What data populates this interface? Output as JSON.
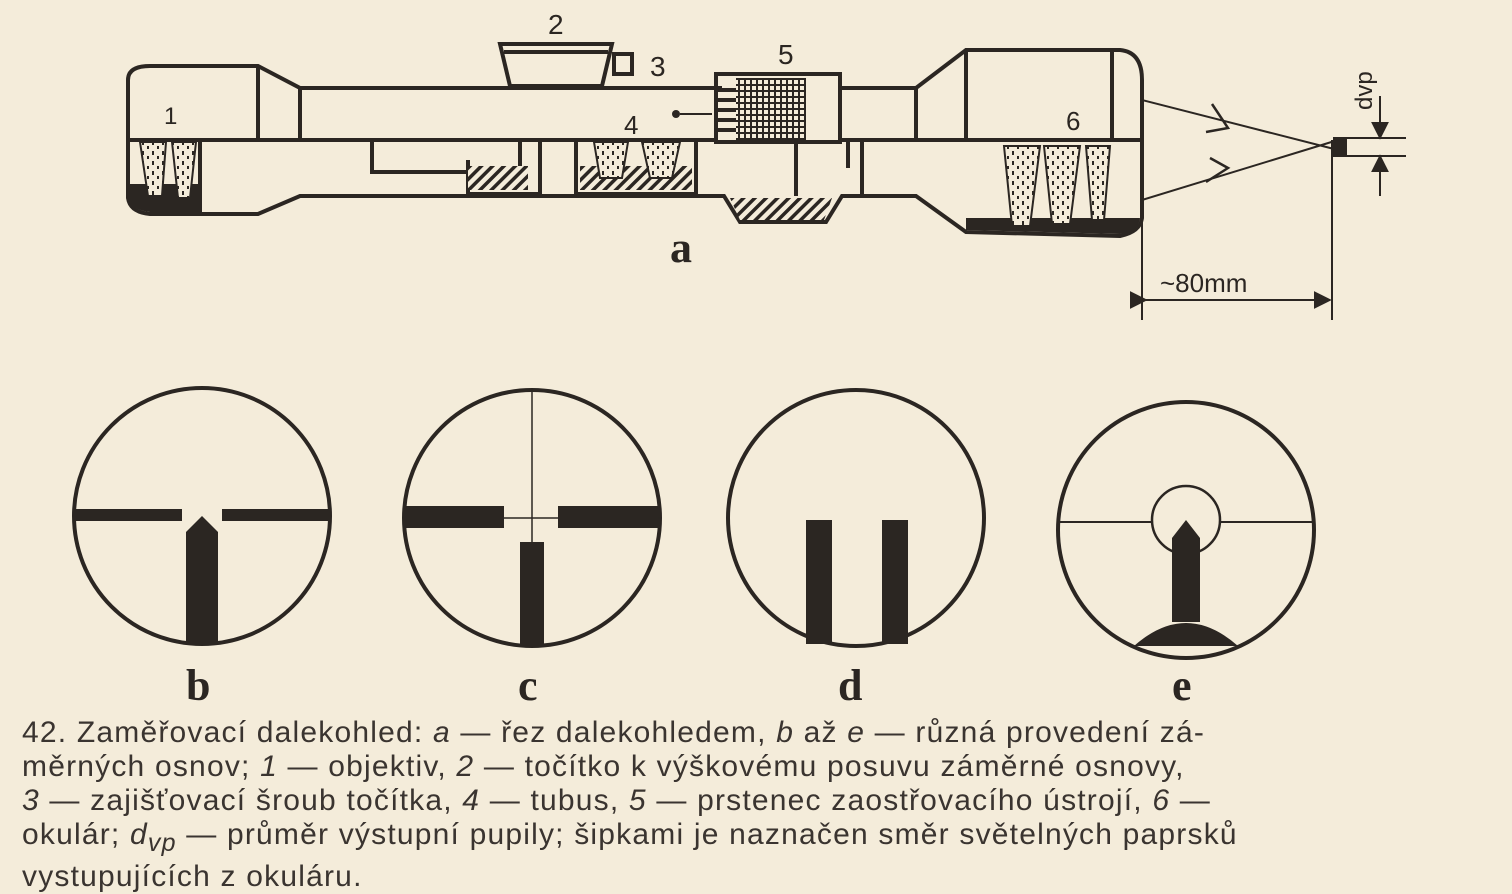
{
  "figure": {
    "labels": {
      "a": "a",
      "b": "b",
      "c": "c",
      "d": "d",
      "e": "e",
      "n1": "1",
      "n2": "2",
      "n3": "3",
      "n4": "4",
      "n5": "5",
      "n6": "6",
      "dvp": "dvp",
      "distance": "~80mm"
    },
    "colors": {
      "ink": "#2b2622",
      "paper": "#f4ecda",
      "caption": "#3a3430"
    }
  },
  "caption": {
    "line1_a": "42. Zaměřovací dalekohled: ",
    "line1_b": "a",
    "line1_c": " — řez dalekohledem, ",
    "line1_d": "b",
    "line1_e": " až ",
    "line1_f": "e",
    "line1_g": " — různá provedení zá-",
    "line2_a": "měrných osnov; ",
    "line2_b": "1",
    "line2_c": " — objektiv, ",
    "line2_d": "2",
    "line2_e": " — točítko k výškovému posuvu záměrné osnovy,",
    "line3_a": "3",
    "line3_b": " — zajišťovací šroub točítka, ",
    "line3_c": "4",
    "line3_d": " — tubus, ",
    "line3_e": "5",
    "line3_f": " — prstenec zaostřovacího ústrojí, ",
    "line3_g": "6",
    "line3_h": " —",
    "line4_a": "okulár; ",
    "line4_b": "d",
    "line4_c": "vp",
    "line4_d": " — průměr výstupní pupily; šipkami je naznačen směr světelných paprsků",
    "line5": "vystupujících z okuláru."
  }
}
